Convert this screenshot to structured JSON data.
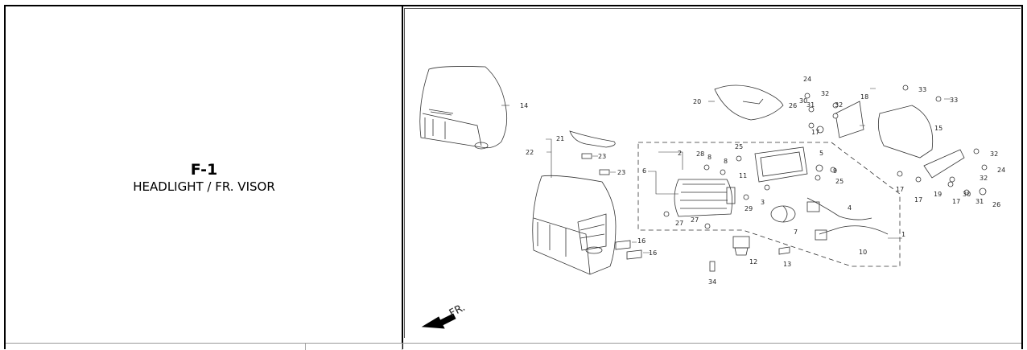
{
  "section": {
    "code": "F-1",
    "name": "HEADLIGHT / FR. VISOR"
  },
  "diagram": {
    "front_label": "FR.",
    "callouts": [
      "1",
      "2",
      "3",
      "4",
      "5",
      "6",
      "7",
      "8",
      "8",
      "9",
      "10",
      "11",
      "12",
      "13",
      "14",
      "15",
      "16",
      "16",
      "17",
      "17",
      "17",
      "17",
      "18",
      "19",
      "20",
      "21",
      "22",
      "23",
      "23",
      "24",
      "24",
      "25",
      "25",
      "26",
      "26",
      "27",
      "27",
      "28",
      "29",
      "30",
      "30",
      "31",
      "31",
      "32",
      "32",
      "32",
      "32",
      "33",
      "33",
      "34"
    ]
  }
}
